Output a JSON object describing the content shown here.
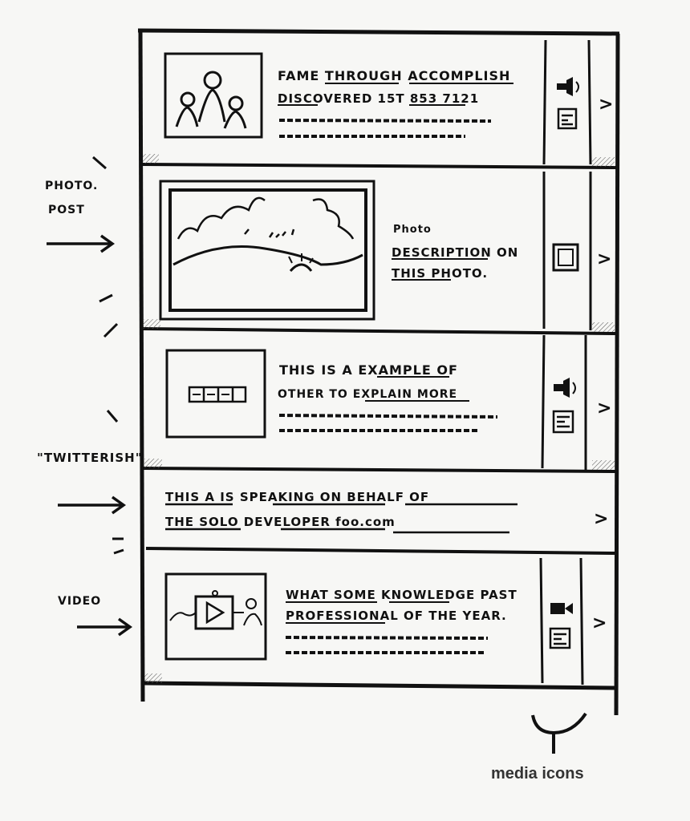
{
  "annotations": {
    "photo_post": [
      "PHOTO.",
      "POST"
    ],
    "twitterish": "\"TWITTERISH\"",
    "video": "VIDEO",
    "media_icons": "media icons"
  },
  "feed": {
    "row1": {
      "line1": "FAME THROUGH ACCOMPLISH",
      "line2": "DISCOVERED 15T 853 7121",
      "media_icons": [
        "speaker-icon",
        "document-icon"
      ]
    },
    "row2": {
      "line1": "Photo",
      "line2": "DESCRIPTION ON",
      "line3": "THIS PHOTO.",
      "media_icons": [
        "photo-frame-icon"
      ]
    },
    "row3": {
      "line1": "THIS IS A EXAMPLE OF",
      "line2": "OTHER TO EXPLAIN MORE",
      "media_icons": [
        "speaker-icon",
        "document-icon"
      ]
    },
    "row4": {
      "line1": "THIS A IS SPEAKING ON BEHALF OF",
      "line2": "THE SOLO DEVELOPER foo.com"
    },
    "row5": {
      "line1": "WHAT SOME KNOWLEDGE PAST",
      "line2": "PROFESSIONAL OF THE YEAR.",
      "media_icons": [
        "video-camera-icon",
        "document-icon"
      ]
    }
  }
}
